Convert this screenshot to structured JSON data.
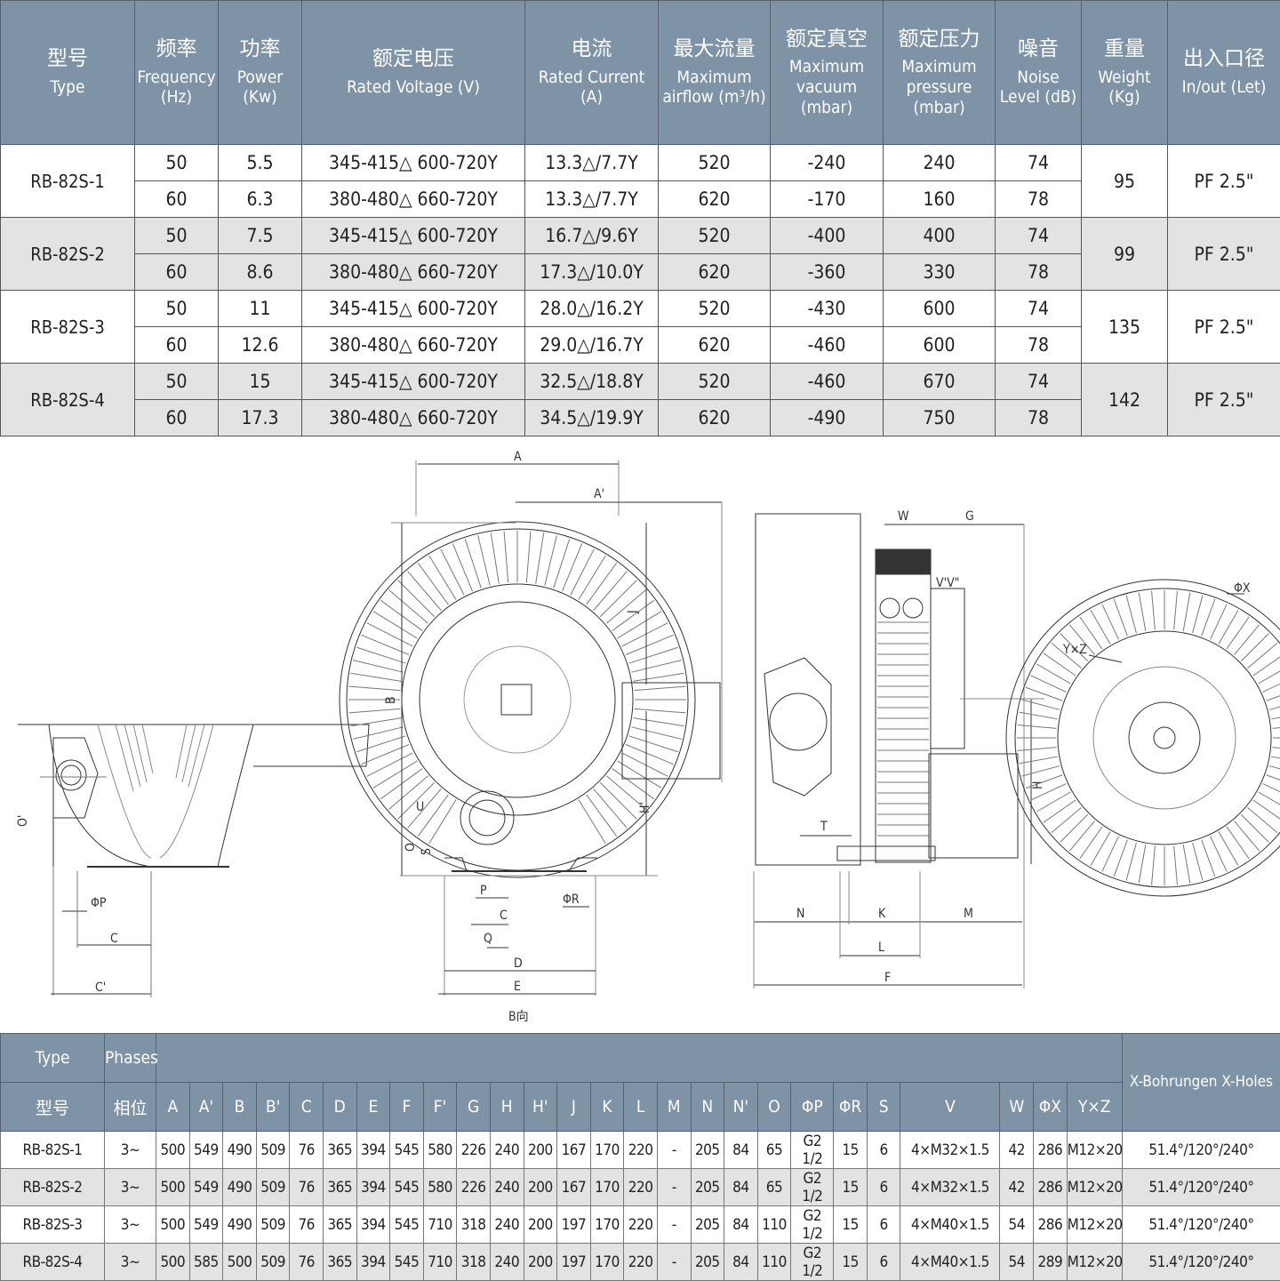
{
  "spec_table": {
    "headers": [
      {
        "cn": "型号",
        "en": "Type"
      },
      {
        "cn": "频率",
        "en": "Frequency (Hz)"
      },
      {
        "cn": "功率",
        "en": "Power (Kw)"
      },
      {
        "cn": "额定电压",
        "en": "Rated Voltage (V)"
      },
      {
        "cn": "电流",
        "en": "Rated Current (A)"
      },
      {
        "cn": "最大流量",
        "en": "Maximum airflow (m³/h)"
      },
      {
        "cn": "额定真空",
        "en": "Maximum vacuum (mbar)"
      },
      {
        "cn": "额定压力",
        "en": "Maximum pressure (mbar)"
      },
      {
        "cn": "噪音",
        "en": "Noise Level (dB)"
      },
      {
        "cn": "重量",
        "en": "Weight (Kg)"
      },
      {
        "cn": "出入口径",
        "en": "In/out (Let)"
      }
    ],
    "models": [
      {
        "type": "RB-82S-1",
        "weight": "95",
        "inout": "PF 2.5\"",
        "rows": [
          {
            "freq": "50",
            "power": "5.5",
            "voltage": "345-415△ 600-720Y",
            "current": "13.3△/7.7Y",
            "airflow": "520",
            "vacuum": "-240",
            "pressure": "240",
            "noise": "74"
          },
          {
            "freq": "60",
            "power": "6.3",
            "voltage": "380-480△ 660-720Y",
            "current": "13.3△/7.7Y",
            "airflow": "620",
            "vacuum": "-170",
            "pressure": "160",
            "noise": "78"
          }
        ]
      },
      {
        "type": "RB-82S-2",
        "weight": "99",
        "inout": "PF 2.5\"",
        "rows": [
          {
            "freq": "50",
            "power": "7.5",
            "voltage": "345-415△ 600-720Y",
            "current": "16.7△/9.6Y",
            "airflow": "520",
            "vacuum": "-400",
            "pressure": "400",
            "noise": "74"
          },
          {
            "freq": "60",
            "power": "8.6",
            "voltage": "380-480△ 660-720Y",
            "current": "17.3△/10.0Y",
            "airflow": "620",
            "vacuum": "-360",
            "pressure": "330",
            "noise": "78"
          }
        ]
      },
      {
        "type": "RB-82S-3",
        "weight": "135",
        "inout": "PF 2.5\"",
        "rows": [
          {
            "freq": "50",
            "power": "11",
            "voltage": "345-415△ 600-720Y",
            "current": "28.0△/16.2Y",
            "airflow": "520",
            "vacuum": "-430",
            "pressure": "600",
            "noise": "74"
          },
          {
            "freq": "60",
            "power": "12.6",
            "voltage": "380-480△ 660-720Y",
            "current": "29.0△/16.7Y",
            "airflow": "620",
            "vacuum": "-460",
            "pressure": "600",
            "noise": "78"
          }
        ]
      },
      {
        "type": "RB-82S-4",
        "weight": "142",
        "inout": "PF 2.5\"",
        "rows": [
          {
            "freq": "50",
            "power": "15",
            "voltage": "345-415△ 600-720Y",
            "current": "32.5△/18.8Y",
            "airflow": "520",
            "vacuum": "-460",
            "pressure": "670",
            "noise": "74"
          },
          {
            "freq": "60",
            "power": "17.3",
            "voltage": "380-480△ 660-720Y",
            "current": "34.5△/19.9Y",
            "airflow": "620",
            "vacuum": "-490",
            "pressure": "750",
            "noise": "78"
          }
        ]
      }
    ]
  },
  "drawing_labels": {
    "A": "A",
    "A_prime": "A'",
    "B": "B",
    "H_prime": "H'",
    "J": "J",
    "U": "U",
    "O": "O",
    "S": "S",
    "P": "P",
    "phiR": "ΦR",
    "C": "C",
    "Q": "Q",
    "D": "D",
    "E": "E",
    "B_dir": "B向",
    "O_prime": "O'",
    "phiP": "ΦP",
    "C_left": "C",
    "C_prime": "C'",
    "W": "W",
    "G": "G",
    "VV": "V'V\"",
    "H": "H",
    "T": "T",
    "N": "N",
    "K": "K",
    "M": "M",
    "L": "L",
    "F": "F",
    "YxZ": "Y×Z",
    "phiX": "ΦX"
  },
  "dims_table": {
    "header_type_en": "Type",
    "header_type_cn": "型号",
    "header_phase_en": "Phases",
    "header_phase_cn": "相位",
    "header_holes": "X-Bohrungen X-Holes",
    "columns": [
      "A",
      "A'",
      "B",
      "B'",
      "C",
      "D",
      "E",
      "F",
      "F'",
      "G",
      "H",
      "H'",
      "J",
      "K",
      "L",
      "M",
      "N",
      "N'",
      "O",
      "ΦP",
      "ΦR",
      "S",
      "V",
      "W",
      "ΦX",
      "Y×Z"
    ],
    "rows": [
      {
        "type": "RB-82S-1",
        "phases": "3~",
        "values": [
          "500",
          "549",
          "490",
          "509",
          "76",
          "365",
          "394",
          "545",
          "580",
          "226",
          "240",
          "200",
          "167",
          "170",
          "220",
          "-",
          "205",
          "84",
          "65",
          "G2 1/2",
          "15",
          "6",
          "4×M32×1.5",
          "42",
          "286",
          "M12×20"
        ],
        "holes": "51.4°/120°/240°"
      },
      {
        "type": "RB-82S-2",
        "phases": "3~",
        "values": [
          "500",
          "549",
          "490",
          "509",
          "76",
          "365",
          "394",
          "545",
          "580",
          "226",
          "240",
          "200",
          "167",
          "170",
          "220",
          "-",
          "205",
          "84",
          "65",
          "G2 1/2",
          "15",
          "6",
          "4×M32×1.5",
          "42",
          "286",
          "M12×20"
        ],
        "holes": "51.4°/120°/240°"
      },
      {
        "type": "RB-82S-3",
        "phases": "3~",
        "values": [
          "500",
          "549",
          "490",
          "509",
          "76",
          "365",
          "394",
          "545",
          "710",
          "318",
          "240",
          "200",
          "197",
          "170",
          "220",
          "-",
          "205",
          "84",
          "110",
          "G2 1/2",
          "15",
          "6",
          "4×M40×1.5",
          "54",
          "286",
          "M12×20"
        ],
        "holes": "51.4°/120°/240°"
      },
      {
        "type": "RB-82S-4",
        "phases": "3~",
        "values": [
          "500",
          "585",
          "500",
          "509",
          "76",
          "365",
          "394",
          "545",
          "710",
          "318",
          "240",
          "200",
          "197",
          "170",
          "220",
          "-",
          "205",
          "84",
          "110",
          "G2 1/2",
          "15",
          "6",
          "4×M40×1.5",
          "54",
          "289",
          "M12×20"
        ],
        "holes": "51.4°/120°/240°"
      }
    ]
  }
}
